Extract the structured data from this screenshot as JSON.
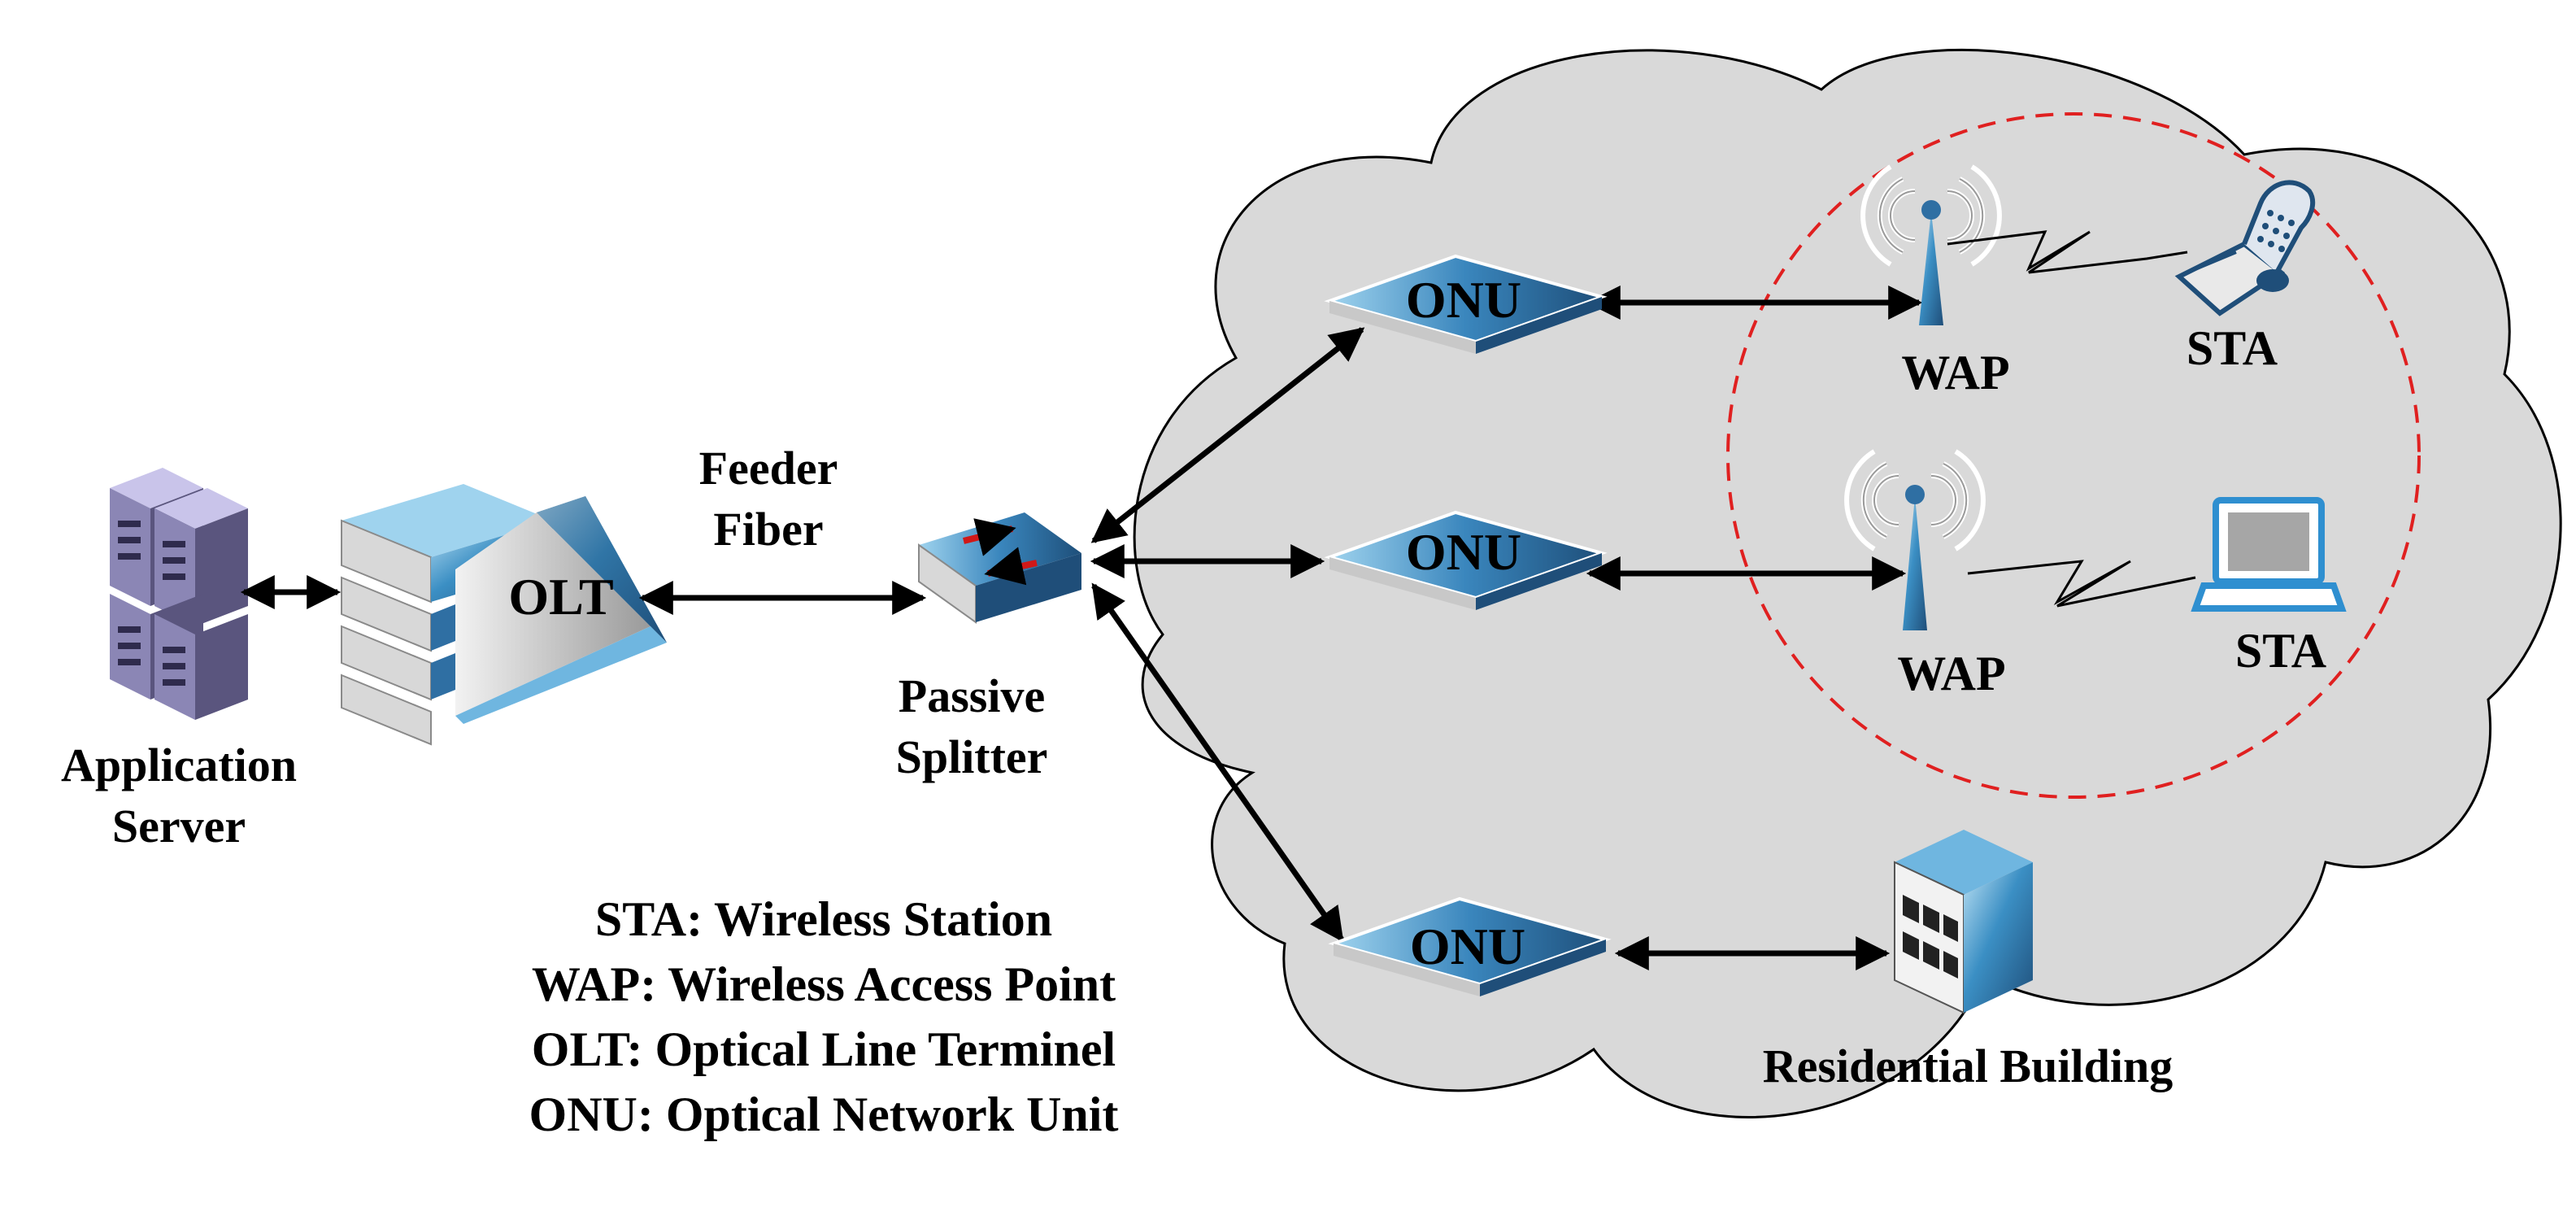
{
  "nodes": {
    "app_server": {
      "label_line1": "Application",
      "label_line2": "Server"
    },
    "olt": {
      "label": "OLT"
    },
    "feeder_fiber": {
      "label_line1": "Feeder",
      "label_line2": "Fiber"
    },
    "splitter": {
      "label_line1": "Passive",
      "label_line2": "Splitter"
    },
    "onu_top": {
      "label": "ONU"
    },
    "onu_mid": {
      "label": "ONU"
    },
    "onu_bottom": {
      "label": "ONU"
    },
    "wap_top": {
      "label": "WAP"
    },
    "wap_mid": {
      "label": "WAP"
    },
    "sta_top": {
      "label": "STA"
    },
    "sta_mid": {
      "label": "STA"
    },
    "building": {
      "label": "Residential Building"
    }
  },
  "legend": [
    "STA: Wireless Station",
    "WAP: Wireless Access Point",
    "OLT: Optical Line Terminel",
    "ONU: Optical Network Unit"
  ],
  "colors": {
    "cloud_fill": "#d9d9d9",
    "device_blue": "#3b8fc4",
    "device_dark": "#1f4e79",
    "server_purple": "#6e6a93",
    "wireless_boundary": "#e02020"
  }
}
